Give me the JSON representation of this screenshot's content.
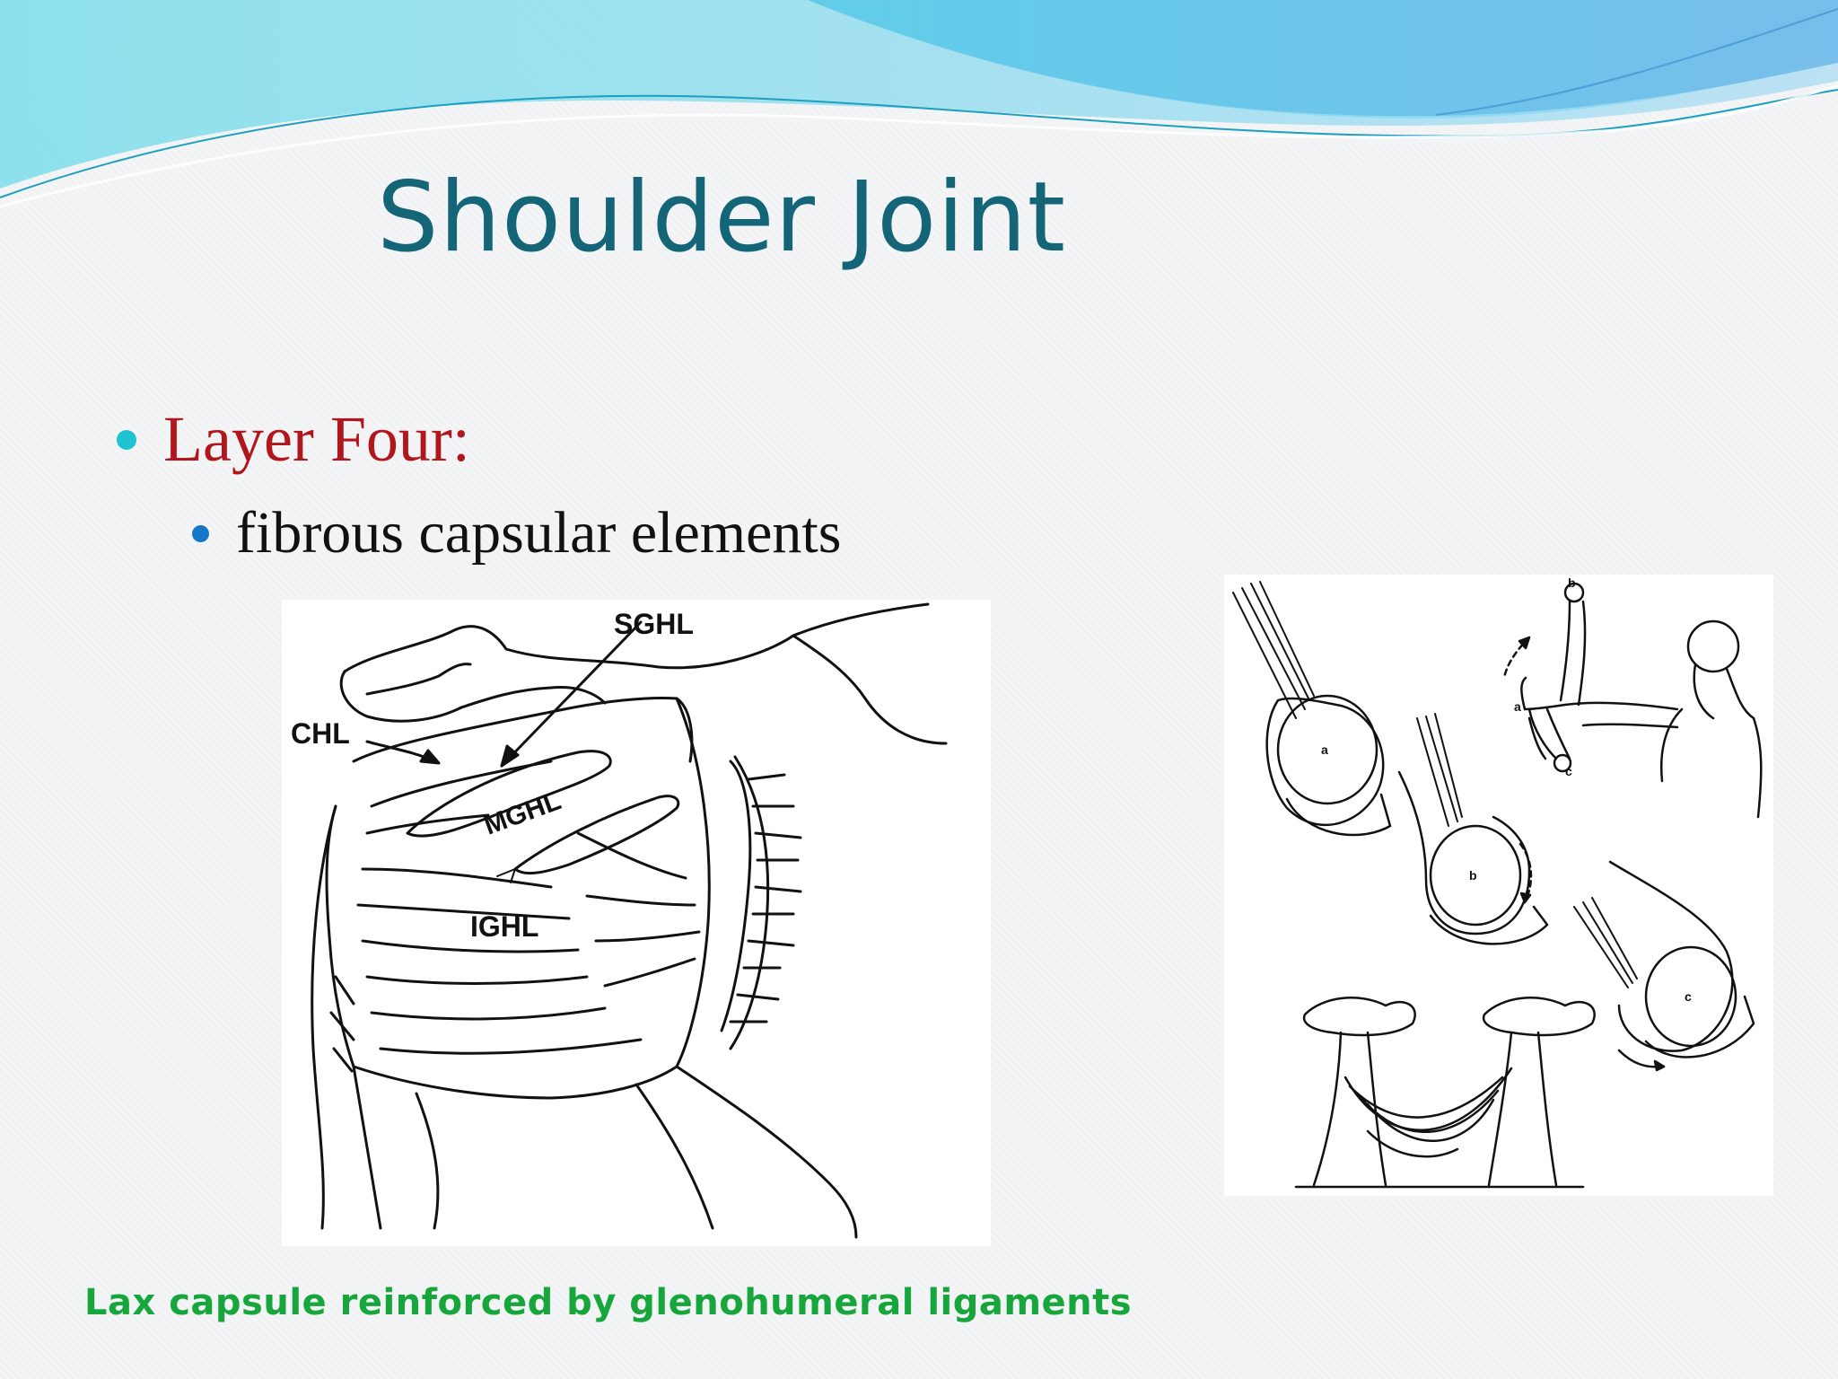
{
  "slide": {
    "title": "Shoulder Joint",
    "bullet_level1": "Layer Four:",
    "bullet_level2": "fibrous capsular elements",
    "caption": "Lax capsule reinforced by glenohumeral ligaments"
  },
  "figure_left": {
    "labels": {
      "sghl": "SGHL",
      "chl": "CHL",
      "mghl": "MGHL",
      "ighl": "IGHL"
    }
  },
  "figure_right": {
    "labels": {
      "a": "a",
      "b": "b",
      "c": "c"
    }
  },
  "colors": {
    "title": "#136577",
    "bullet_level1": "#b0161c",
    "caption": "#17a63c",
    "wave_light": "#7fd7ec",
    "wave_dark": "#4aa9de"
  }
}
